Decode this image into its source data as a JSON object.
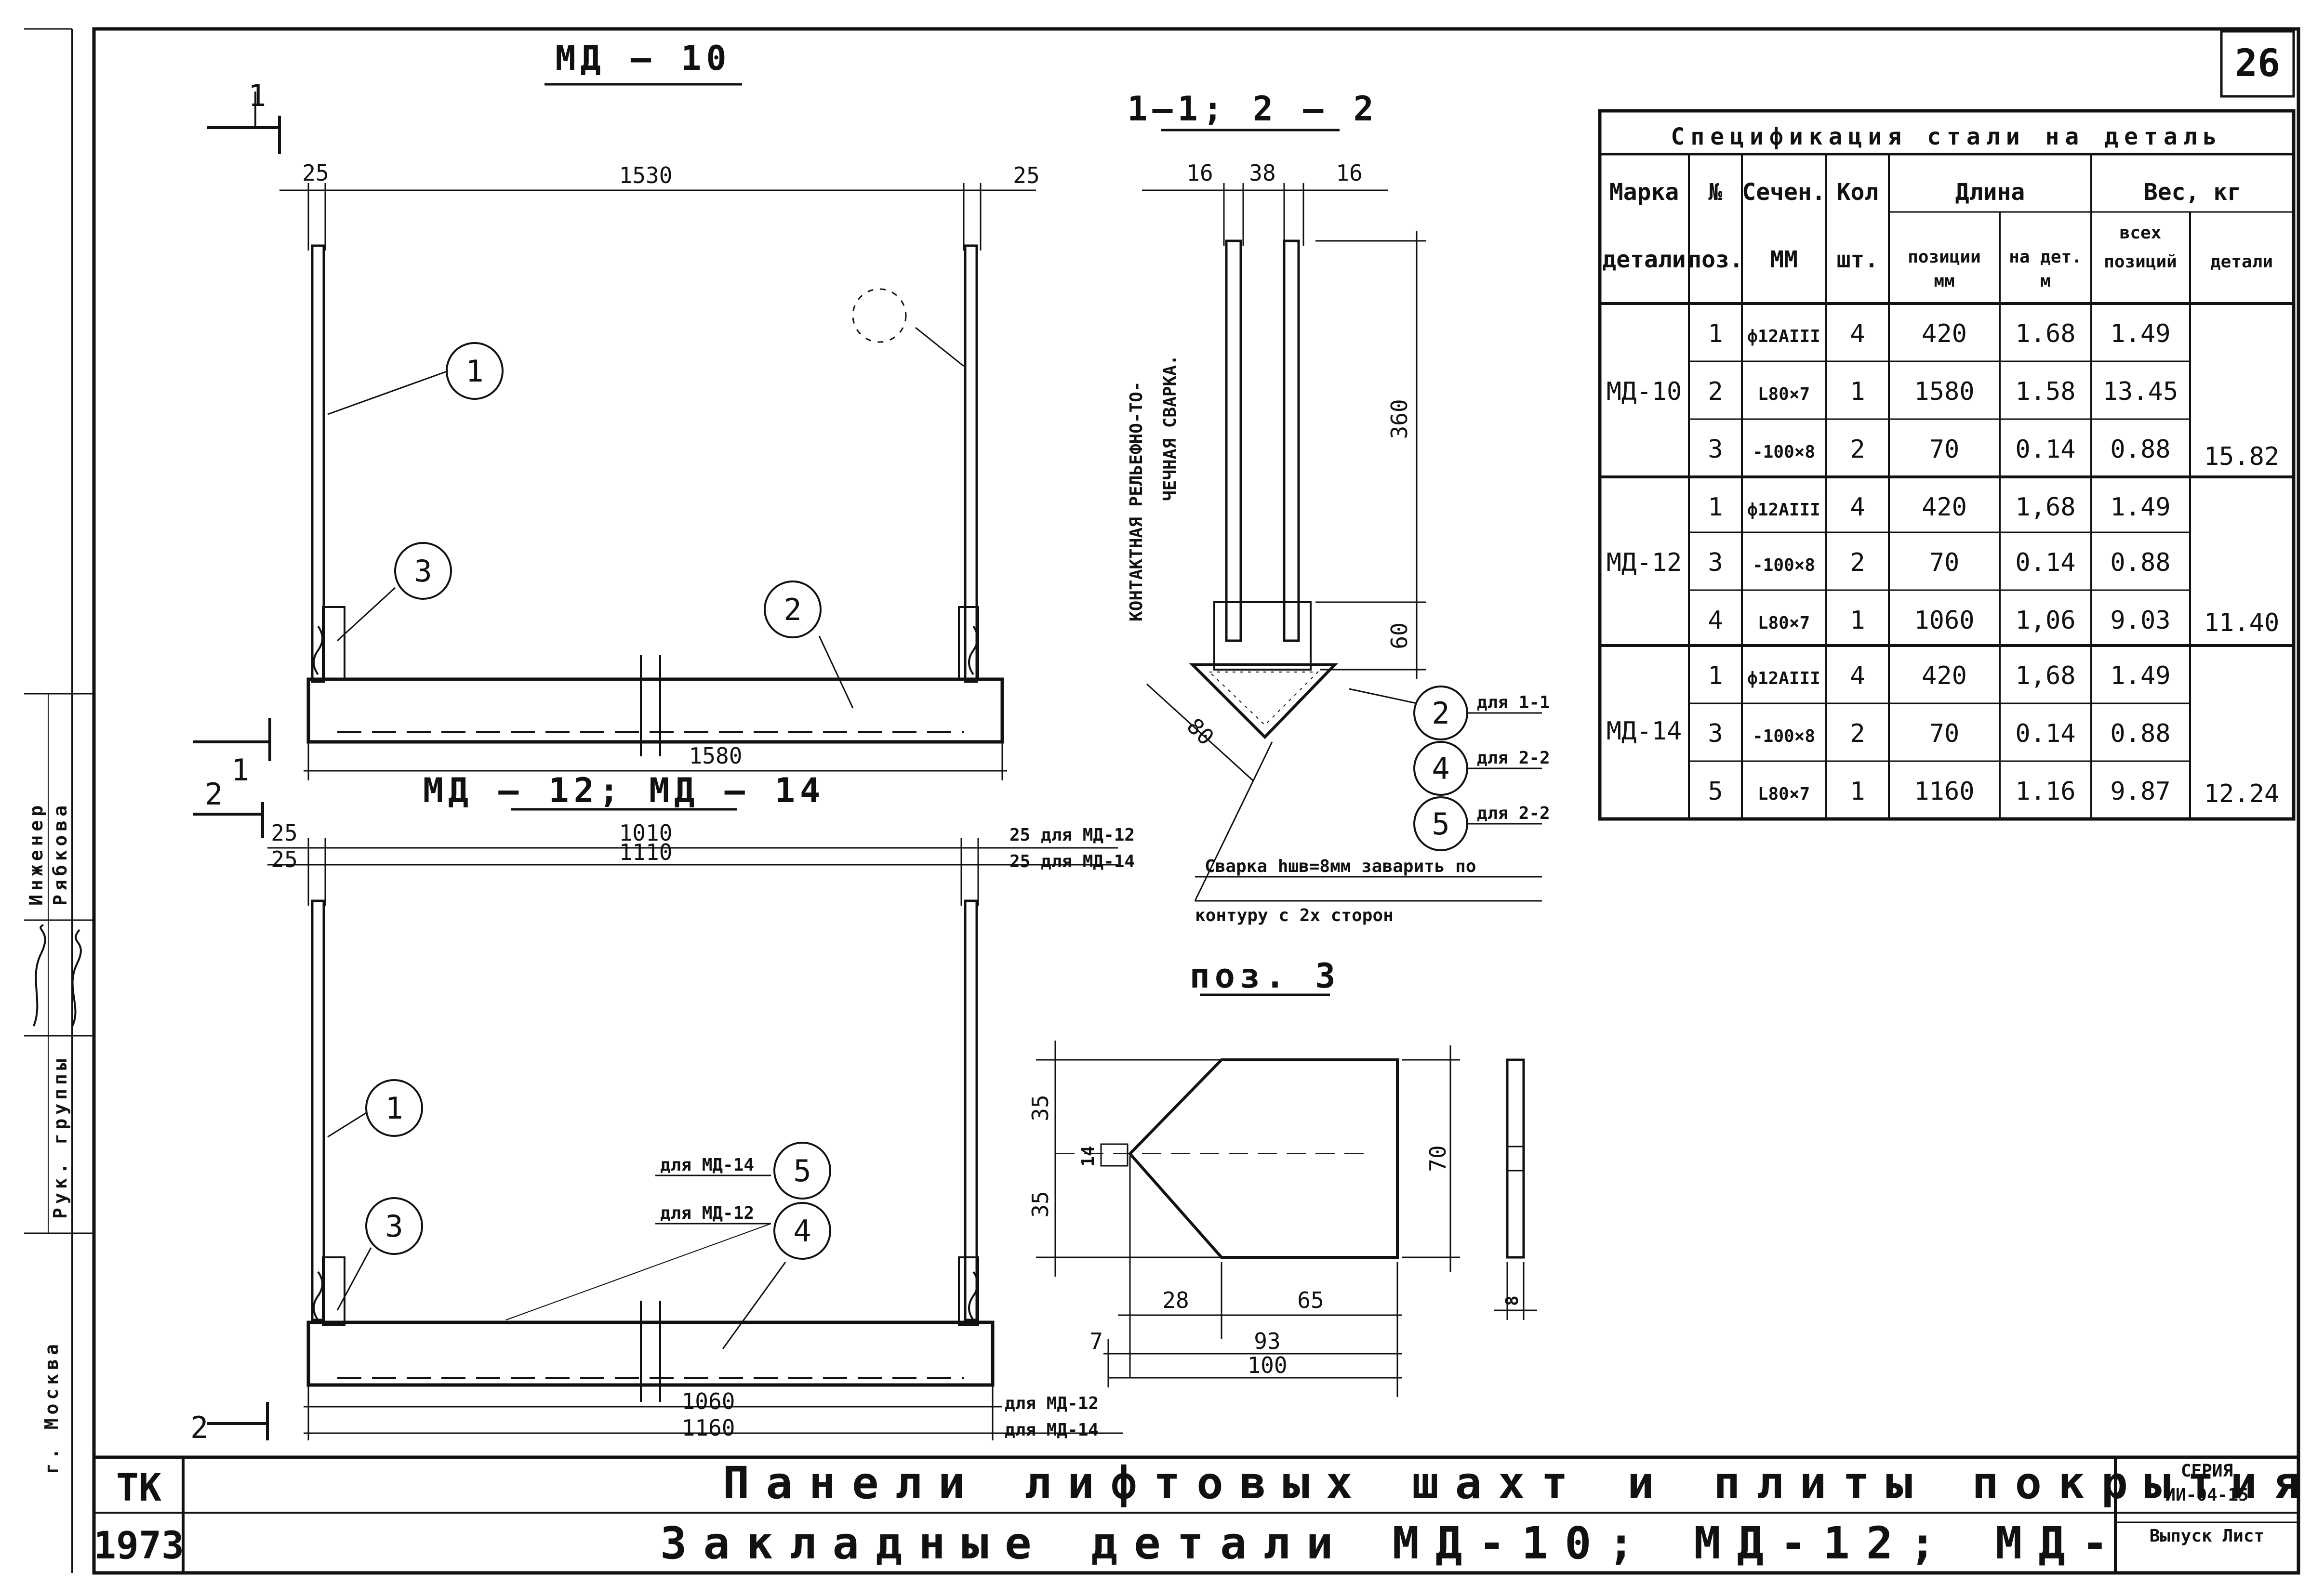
{
  "sheet_number": "26",
  "drawing_md10": {
    "title": "МД — 10",
    "section_mark": "1",
    "dim_left": "25",
    "dim_top": "1530",
    "dim_right": "25",
    "dim_bottom": "1580",
    "callouts": [
      "1",
      "3",
      "2"
    ]
  },
  "drawing_md12_14": {
    "title": "МД — 12; МД — 14",
    "section_mark": "2",
    "dim_left_a": "25",
    "dim_left_b": "25",
    "dim_top_a": "1010",
    "dim_top_b": "1110",
    "note_right_a": "25 для МД-12",
    "note_right_b": "25 для МД-14",
    "dim_bottom_a": "1060",
    "dim_bottom_b": "1160",
    "note_bottom_a": "для МД-12",
    "note_bottom_b": "для МД-14",
    "callouts": [
      "1",
      "3",
      "5",
      "4"
    ],
    "callout_note_5": "для МД-14",
    "callout_note_4": "для МД-12"
  },
  "section": {
    "title": "1—1; 2 — 2",
    "dims_top": [
      "16",
      "38",
      "16"
    ],
    "dim_height": "360",
    "dim_lower": "60",
    "dim_angle": "80",
    "weld_text_1": "КОНТАКТНАЯ РЕЛЬЕФНО-ТО-",
    "weld_text_2": "ЧЕЧНАЯ СВАРКА.",
    "callouts": [
      {
        "num": "2",
        "label": "для 1-1"
      },
      {
        "num": "4",
        "label": "для 2-2"
      },
      {
        "num": "5",
        "label": "для 2-2"
      }
    ],
    "weld_note_1": "Сварка hшв=8мм заварить по",
    "weld_note_2": "контуру с 2х сторон"
  },
  "pos3": {
    "title": "поз. 3",
    "dim_left_top": "35",
    "dim_left_bottom": "35",
    "dim_hole": "14",
    "dim_height": "70",
    "dim_28": "28",
    "dim_65": "65",
    "dim_7": "7",
    "dim_93": "93",
    "dim_100": "100",
    "dim_thick": "8"
  },
  "spec_table": {
    "title": "Спецификация стали на деталь",
    "headers": {
      "mark_1": "Марка",
      "mark_2": "детали",
      "pos_1": "№",
      "pos_2": "поз.",
      "sec_1": "Сечен.",
      "sec_2": "ММ",
      "qty_1": "Кол",
      "qty_2": "шт.",
      "len": "Длина",
      "len_pos_1": "позиции",
      "len_pos_2": "мм",
      "len_det_1": "на дет.",
      "len_det_2": "м",
      "wt": "Вес, кг",
      "wt_all_1": "всех",
      "wt_all_2": "позиций",
      "wt_det": "детали"
    },
    "groups": [
      {
        "mark": "МД-10",
        "total": "15.82",
        "rows": [
          {
            "pos": "1",
            "section": "ф12АIII",
            "qty": "4",
            "len_pos": "420",
            "len_det": "1.68",
            "weight": "1.49"
          },
          {
            "pos": "2",
            "section": "L80×7",
            "qty": "1",
            "len_pos": "1580",
            "len_det": "1.58",
            "weight": "13.45"
          },
          {
            "pos": "3",
            "section": "-100×8",
            "qty": "2",
            "len_pos": "70",
            "len_det": "0.14",
            "weight": "0.88"
          }
        ]
      },
      {
        "mark": "МД-12",
        "total": "11.40",
        "rows": [
          {
            "pos": "1",
            "section": "ф12АIII",
            "qty": "4",
            "len_pos": "420",
            "len_det": "1,68",
            "weight": "1.49"
          },
          {
            "pos": "3",
            "section": "-100×8",
            "qty": "2",
            "len_pos": "70",
            "len_det": "0.14",
            "weight": "0.88"
          },
          {
            "pos": "4",
            "section": "L80×7",
            "qty": "1",
            "len_pos": "1060",
            "len_det": "1,06",
            "weight": "9.03"
          }
        ]
      },
      {
        "mark": "МД-14",
        "total": "12.24",
        "rows": [
          {
            "pos": "1",
            "section": "ф12АIII",
            "qty": "4",
            "len_pos": "420",
            "len_det": "1,68",
            "weight": "1.49"
          },
          {
            "pos": "3",
            "section": "-100×8",
            "qty": "2",
            "len_pos": "70",
            "len_det": "0.14",
            "weight": "0.88"
          },
          {
            "pos": "5",
            "section": "L80×7",
            "qty": "1",
            "len_pos": "1160",
            "len_det": "1.16",
            "weight": "9.87"
          }
        ]
      }
    ]
  },
  "title_block": {
    "org": "ТК",
    "year": "1973",
    "title_1": "Панели лифтовых шахт и плиты покрытия.",
    "title_2": "Закладные детали МД-10; МД-12; МД-",
    "series_label": "СЕРИЯ",
    "series_value": "ИИ-04-15",
    "sheet_label": "Выпуск Лист"
  },
  "side_stamp": {
    "engineer_role": "Инженер",
    "engineer_name": "Рябкова",
    "group_role": "Рук. группы",
    "city": "г. Москва"
  }
}
